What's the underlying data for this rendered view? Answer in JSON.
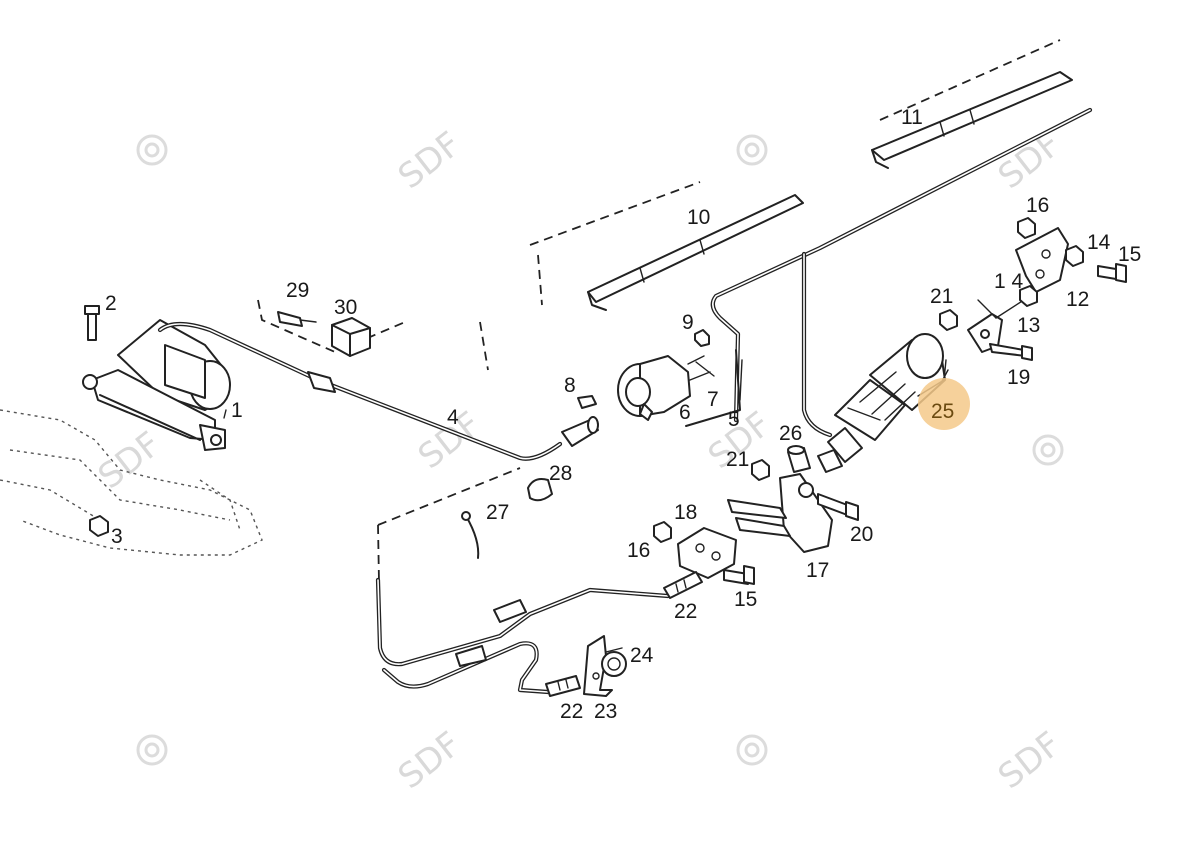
{
  "watermark": {
    "text": "SDF",
    "color": "#d9d9d9"
  },
  "highlight": {
    "color": "#f5c98a",
    "label_color": "#6b4a10"
  },
  "callouts": {
    "p1": "1",
    "p2": "2",
    "p3": "3",
    "p4": "4",
    "p5": "5",
    "p6": "6",
    "p7": "7",
    "p8": "8",
    "p9": "9",
    "p10": "10",
    "p11": "11",
    "p12": "12",
    "p13": "13",
    "p14a": "14",
    "p14b": "1 4",
    "p15a": "15",
    "p15b": "15",
    "p16a": "16",
    "p16b": "16",
    "p17": "17",
    "p18": "18",
    "p19": "19",
    "p20": "20",
    "p21a": "21",
    "p21b": "21",
    "p22a": "22",
    "p22b": "22",
    "p23": "23",
    "p24": "24",
    "p25": "25",
    "p26": "26",
    "p27": "27",
    "p28": "28",
    "p29": "29",
    "p30": "30"
  }
}
